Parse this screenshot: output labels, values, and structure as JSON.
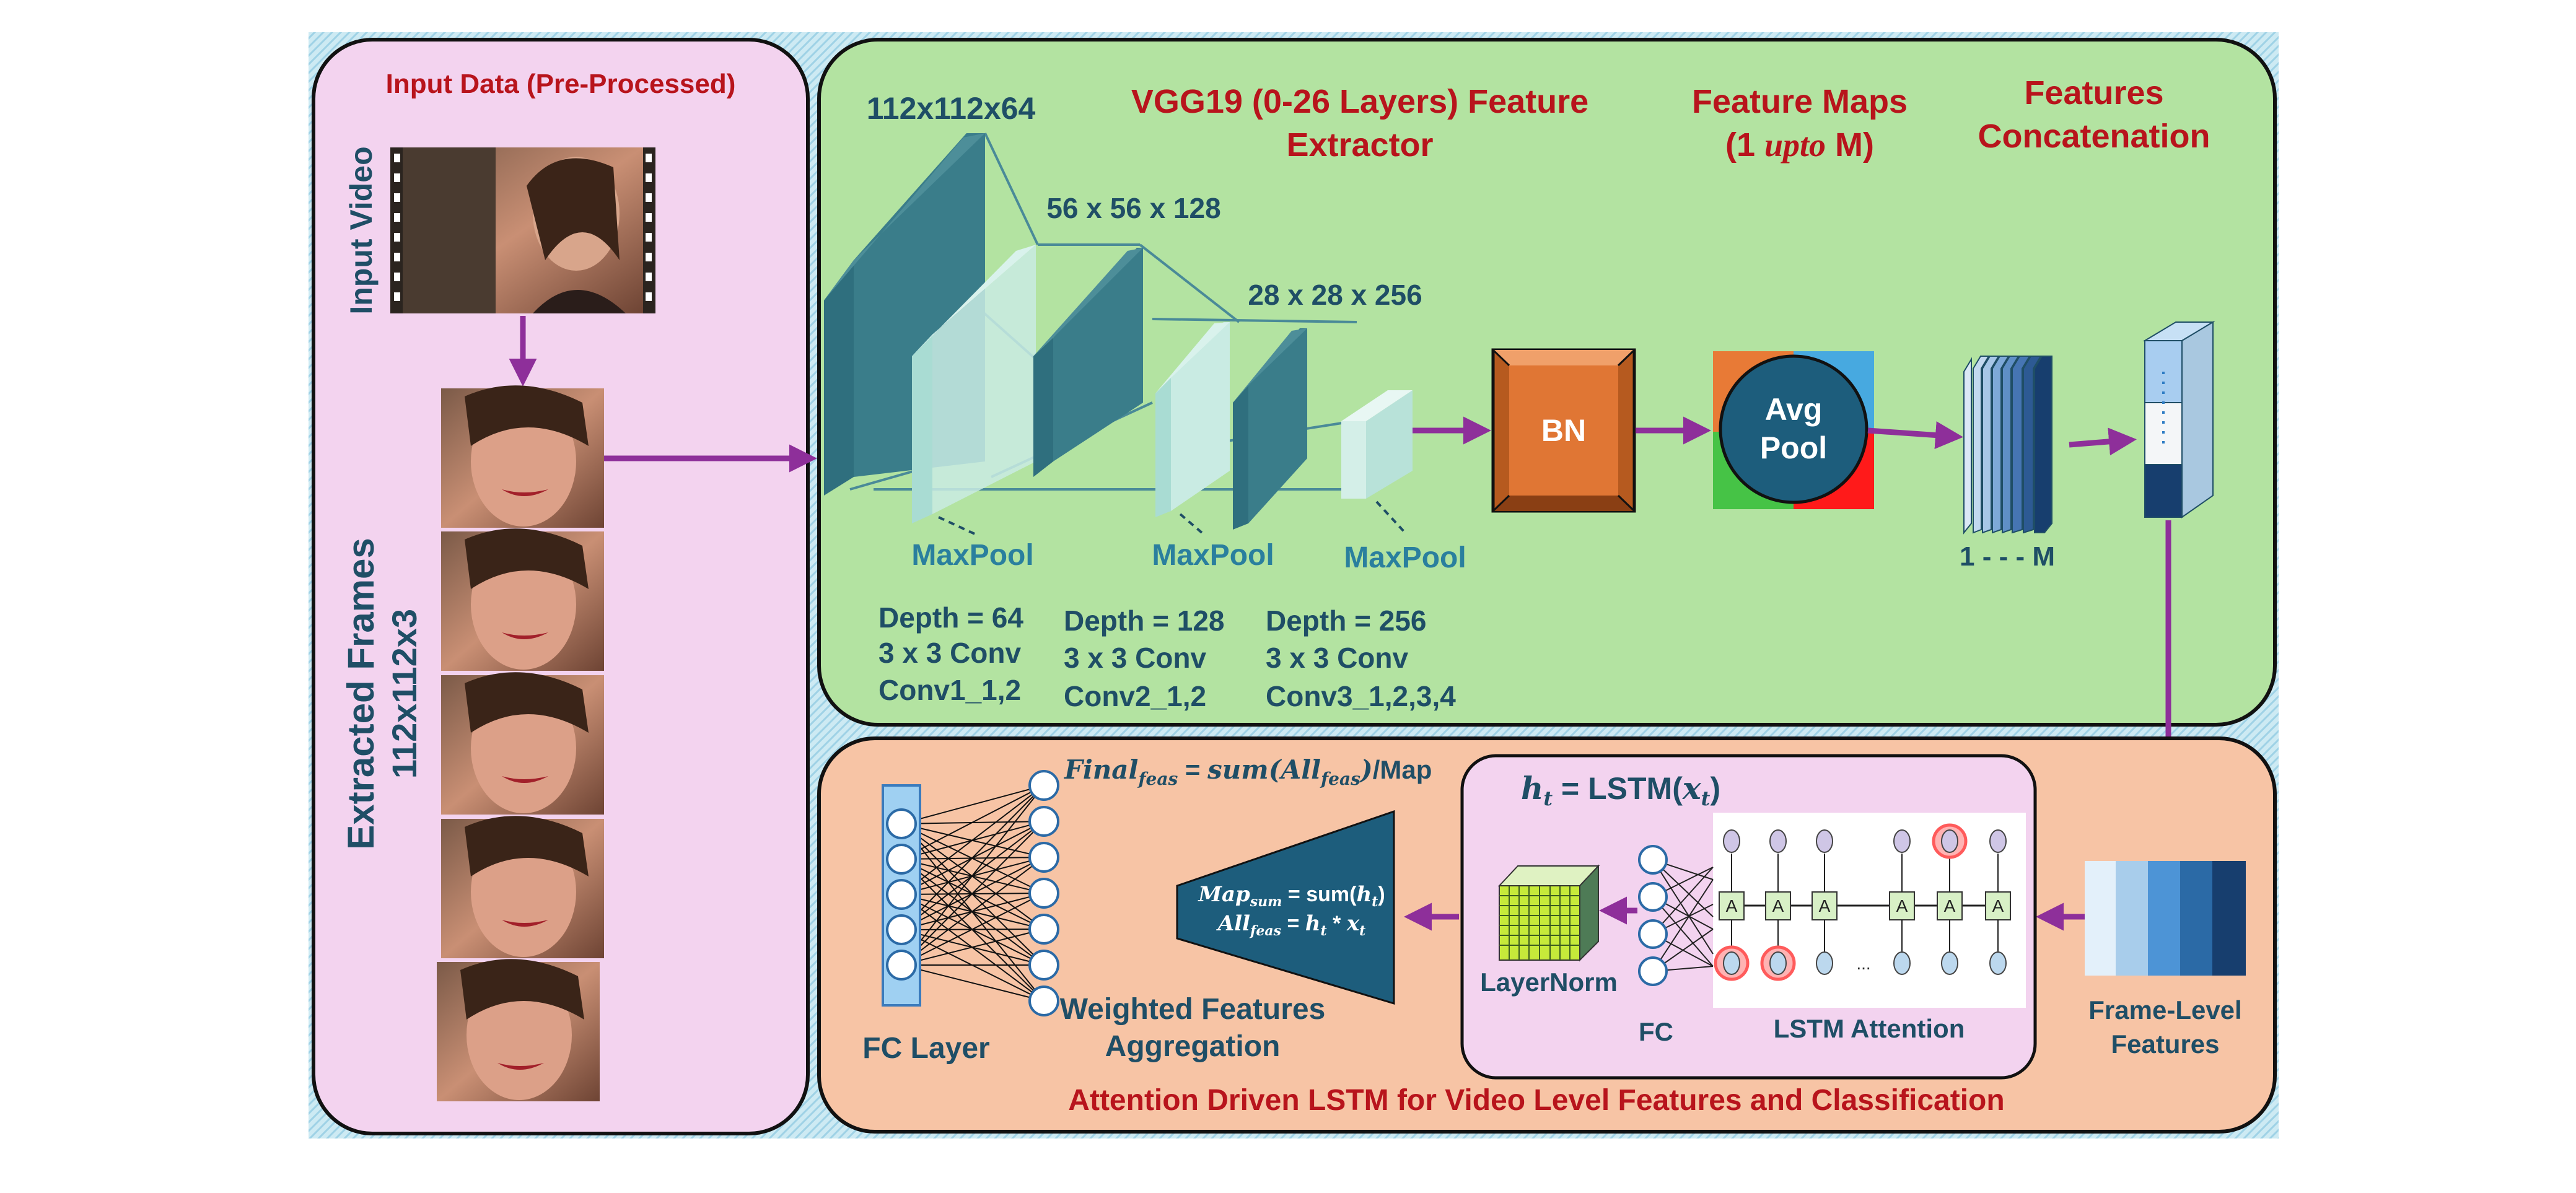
{
  "input_panel": {
    "title": "Input Data (Pre-Processed)",
    "input_video_label": "Input Video",
    "frames_label_1": "Extracted Frames",
    "frames_label_2": "112x112x3"
  },
  "vgg_panel": {
    "title_line1": "VGG19 (0-26 Layers) Feature",
    "title_line2": "Extractor",
    "dim_1": "112x112x64",
    "dim_2": "56 x 56 x 128",
    "dim_3": "28 x 28 x 256",
    "maxpool_1": "MaxPool",
    "maxpool_2": "MaxPool",
    "maxpool_3": "MaxPool",
    "block1": [
      "Depth = 64",
      "3 x 3 Conv",
      "Conv1_1,2"
    ],
    "block2": [
      "Depth = 128",
      "3 x 3 Conv",
      "Conv2_1,2"
    ],
    "block3": [
      "Depth = 256",
      "3 x 3 Conv",
      "Conv3_1,2,3,4"
    ],
    "bn_label": "BN",
    "avgpool_line1": "Avg",
    "avgpool_line2": "Pool",
    "feature_maps_line1": "Feature Maps",
    "feature_maps_line2_pre": "(1 ",
    "feature_maps_line2_it": "upto",
    "feature_maps_line2_post": " M)",
    "fm_range": "1 - - - M",
    "concat_line1": "Features",
    "concat_line2": "Concatenation"
  },
  "lstm_panel": {
    "title": "Attention Driven LSTM for Video Level Features and Classification",
    "frame_level_line1": "Frame-Level",
    "frame_level_line2": "Features",
    "lstm_eq": "h_t = LSTM(x_t)",
    "lstm_attention_label": "LSTM Attention",
    "fc_label": "FC",
    "layernorm_label": "LayerNorm",
    "map_sum_eq": "Map_sum = sum(h_t)",
    "all_feas_eq": "All_feas = h_t * x_t",
    "final_eq": "Final_feas = sum(All_feas)/Map",
    "weighted_line1": "Weighted Features",
    "weighted_line2": "Aggregation",
    "fc_layer_label": "FC Layer",
    "lstm_cell_letter": "A",
    "lstm_dots": "..."
  },
  "colors": {
    "pink_panel": "#f3d3ef",
    "green_panel": "#b3e3a1",
    "salmon_panel": "#f7c4a5",
    "title_red": "#b8141c",
    "text_dark": "#1f4e66",
    "arrow": "#8e2f9a",
    "bn_orange": "#e07634",
    "avg_navy": "#1d5d7c"
  }
}
